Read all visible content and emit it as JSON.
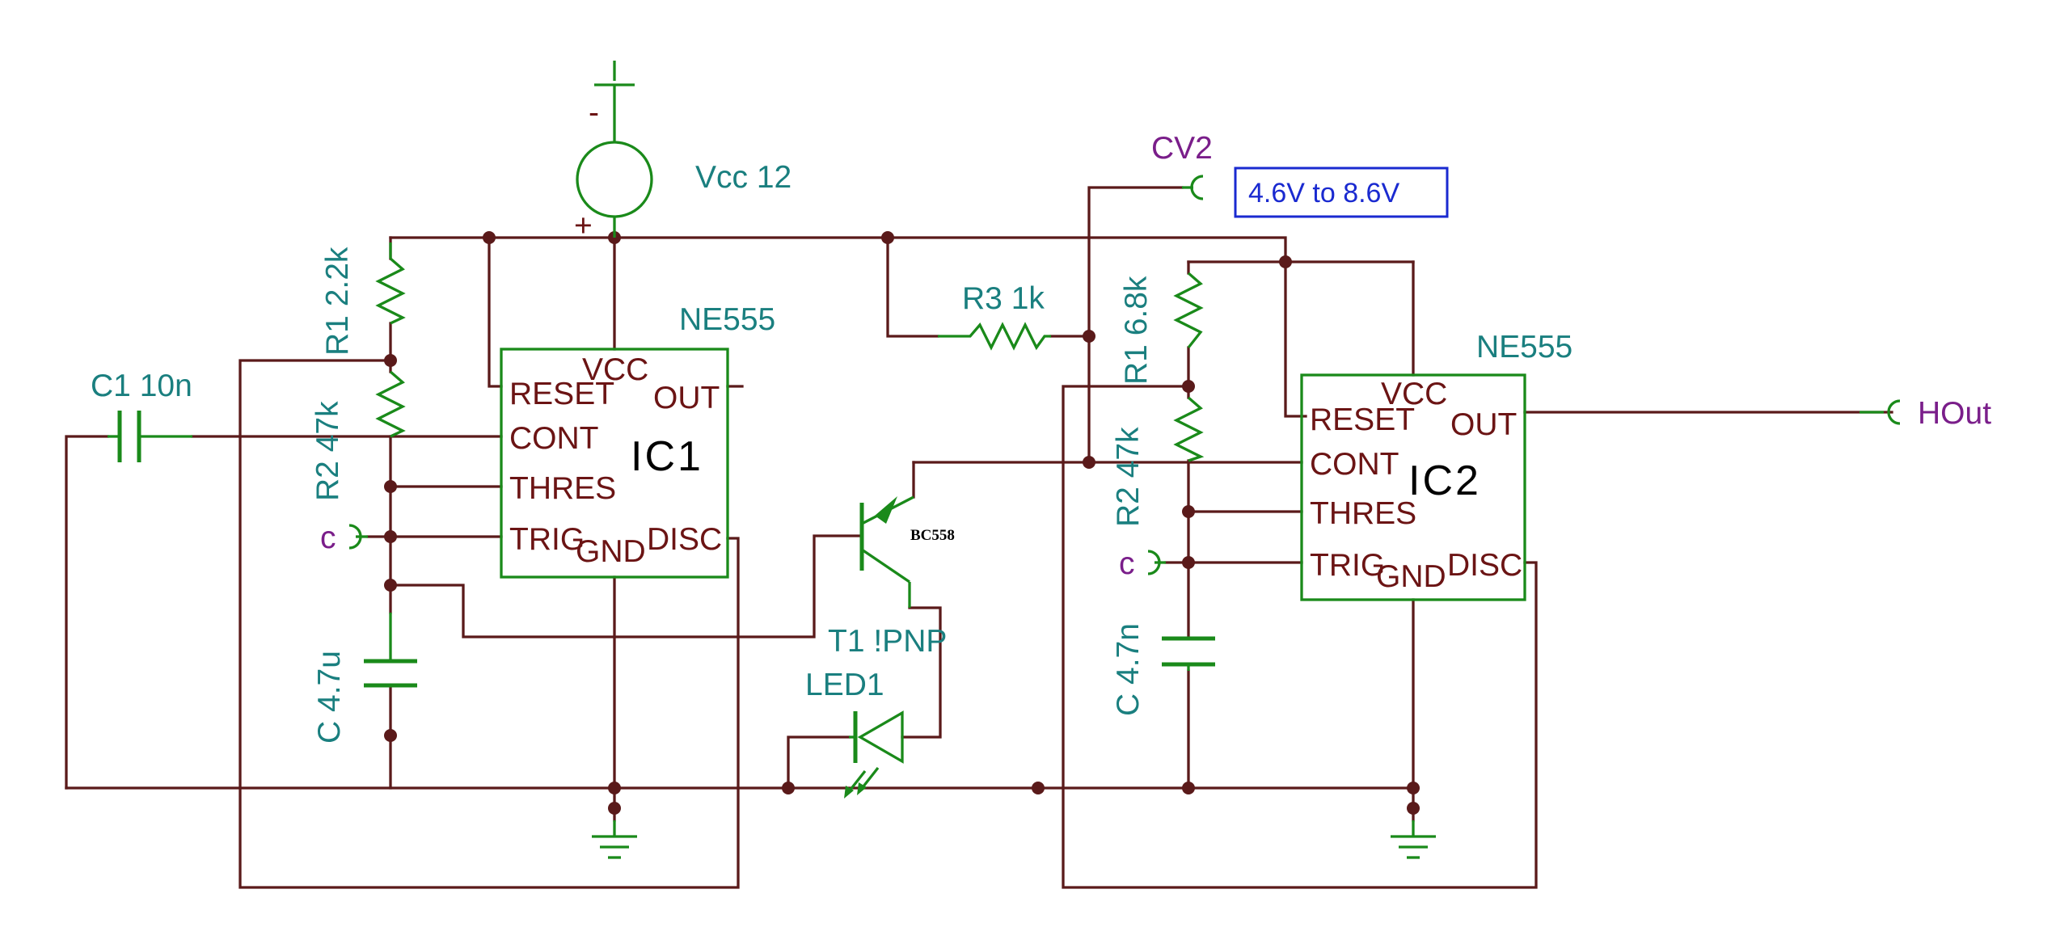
{
  "supply": {
    "label": "Vcc 12",
    "minus": "-",
    "plus": "+"
  },
  "ic1": {
    "part": "NE555",
    "name": "IC1"
  },
  "ic2": {
    "part": "NE555",
    "name": "IC2"
  },
  "pins": {
    "vcc": "VCC",
    "reset": "RESET",
    "out": "OUT",
    "cont": "CONT",
    "thres": "THRES",
    "trig": "TRIG",
    "gnd": "GND",
    "disc": "DISC"
  },
  "components": {
    "r1_left": "R1 2.2k",
    "r2_left": "R2 47k",
    "c_left": "C 4.7u",
    "c1": "C1 10n",
    "r3": "R3 1k",
    "r1_right": "R1 6.8k",
    "r2_right": "R2 47k",
    "c_right": "C 4.7n",
    "transistor_part": "BC558",
    "transistor_name": "T1 !PNP",
    "led": "LED1"
  },
  "ports": {
    "c_left": "c",
    "c_right": "c",
    "cv2": "CV2",
    "hout": "HOut"
  },
  "annotation": "4.6V to 8.6V",
  "colors": {
    "wire": "#5a1a1a",
    "component": "#1a8a1a",
    "label": "#1a7f7f",
    "port": "#7a1e8a",
    "annotation": "#1a2ad0"
  }
}
